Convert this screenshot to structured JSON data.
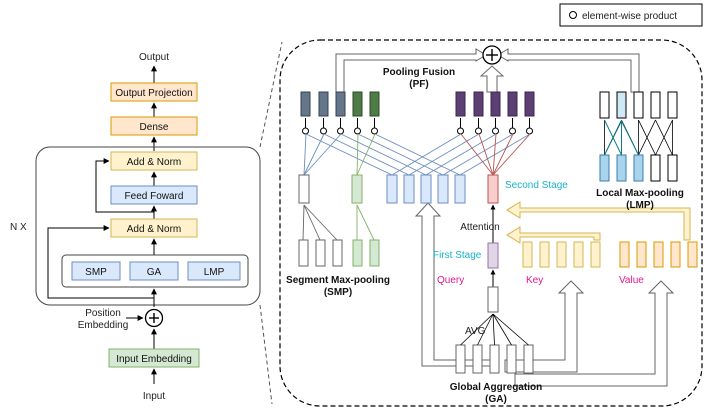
{
  "legend": {
    "text": "element-wise product"
  },
  "left": {
    "output": "Output",
    "output_projection": "Output Projection",
    "dense": "Dense",
    "add_norm_top": "Add & Norm",
    "feed_forward": "Feed Foward",
    "add_norm_bottom": "Add & Norm",
    "smp": "SMP",
    "ga": "GA",
    "lmp": "LMP",
    "n_x": "N X",
    "position_line1": "Position",
    "position_line2": "Embedding",
    "input_embedding": "Input Embedding",
    "input": "Input"
  },
  "right": {
    "pooling_fusion": "Pooling Fusion",
    "pf": "(PF)",
    "second_stage": "Second Stage",
    "first_stage": "First Stage",
    "attention": "Attention",
    "local_max_pooling": "Local Max-pooling",
    "lmp": "(LMP)",
    "segment_max_pooling": "Segment Max-pooling",
    "smp": "(SMP)",
    "query": "Query",
    "key": "Key",
    "value": "Value",
    "avg": "AVG",
    "global_aggregation": "Global Aggregation",
    "ga": "(GA)"
  },
  "colors": {
    "yellow_fill": "#fff2cc",
    "yellow_stroke": "#d6b656",
    "orange_fill": "#ffe6cc",
    "orange_stroke": "#d79b00",
    "blue_fill": "#dae8fc",
    "blue_stroke": "#6c8ebf",
    "green_fill": "#d5e8d4",
    "green_stroke": "#82b366",
    "red_fill": "#f8cecc",
    "red_stroke": "#b85450",
    "purple_fill": "#e1d5e7",
    "purple_stroke": "#9673a6",
    "slate_fill": "#647687",
    "darkgreen_fill": "#4e7b46",
    "darkpurple_fill": "#5c3f73",
    "cyan_text": "#17b3c7",
    "magenta_text": "#e0198f",
    "orange_text": "#e07d10"
  }
}
